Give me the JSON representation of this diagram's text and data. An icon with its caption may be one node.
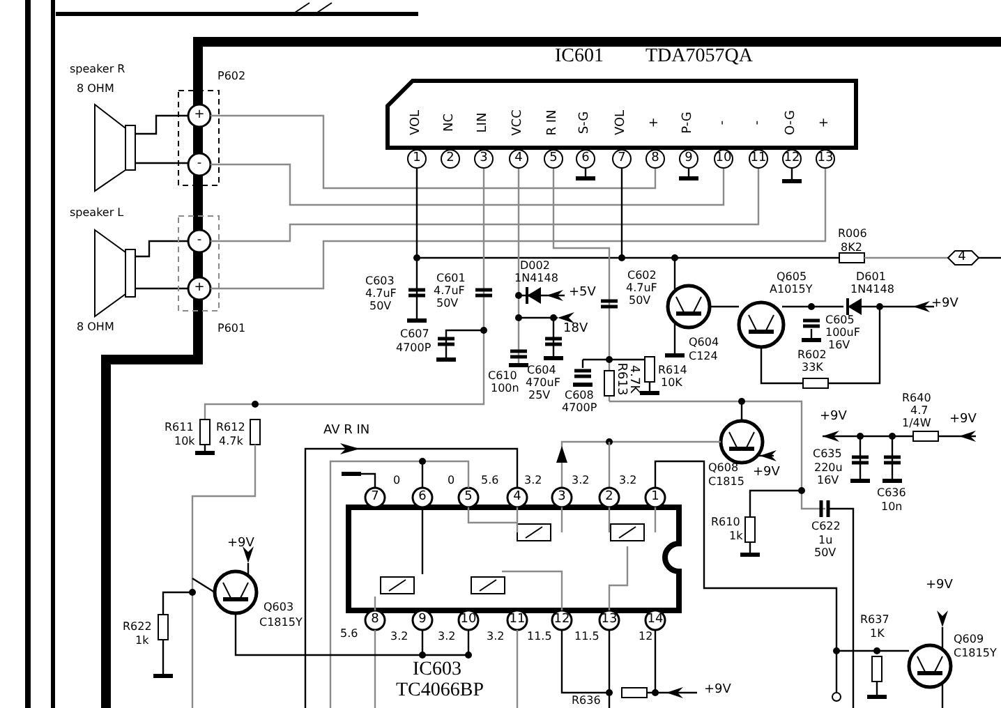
{
  "diagram": {
    "labels": [
      "IC601",
      "TDA7057QA",
      "speaker R",
      "8 OHM",
      "P602",
      "VOL",
      "NC",
      "LIN",
      "VCC",
      "R IN",
      "S-G",
      "VOL",
      "+",
      "P-G",
      "-",
      "-",
      "O-G",
      "+",
      "1",
      "2",
      "3",
      "4",
      "5",
      "6",
      "7",
      "8",
      "9",
      "10",
      "11",
      "12",
      "13",
      "speaker L",
      "8 OHM",
      "P601",
      "R006",
      "8K2",
      "4",
      "C603",
      "4.7uF",
      "50V",
      "C601",
      "4.7uF",
      "50V",
      "D002",
      "1N4148",
      "+5V",
      "C602",
      "4.7uF",
      "50V",
      "Q605",
      "A1015Y",
      "D601",
      "1N4148",
      "+9V",
      "18V",
      "C605",
      "100uF",
      "16V",
      "C607",
      "4700P",
      "Q604",
      "C124",
      "R602",
      "33K",
      "C610",
      "100n",
      "C604",
      "470uF",
      "25V",
      "R613",
      "4.7K",
      "R614",
      "10K",
      "C608",
      "4700P",
      "R640",
      "4.7",
      "1/4W",
      "+9V",
      "+9V",
      "C635",
      "220u",
      "16V",
      "C636",
      "10n",
      "Q608",
      "C1815",
      "+9V",
      "R610",
      "1k",
      "C622",
      "1u",
      "50V",
      "R611",
      "10k",
      "R612",
      "4.7k",
      "AV R IN",
      "7",
      "6",
      "5",
      "4",
      "3",
      "2",
      "1",
      "0",
      "0",
      "5.6",
      "3.2",
      "3.2",
      "3.2",
      "+9V",
      "Q603",
      "C1815Y",
      "R622",
      "1k",
      "8",
      "9",
      "10",
      "11",
      "12",
      "13",
      "14",
      "5.6",
      "3.2",
      "3.2",
      "3.2",
      "11.5",
      "11.5",
      "12",
      "IC603",
      "TC4066BP",
      "+9V",
      "R637",
      "1K",
      "Q609",
      "C1815Y",
      "R636",
      "+9V",
      "+",
      "-",
      "-",
      "+"
    ]
  }
}
